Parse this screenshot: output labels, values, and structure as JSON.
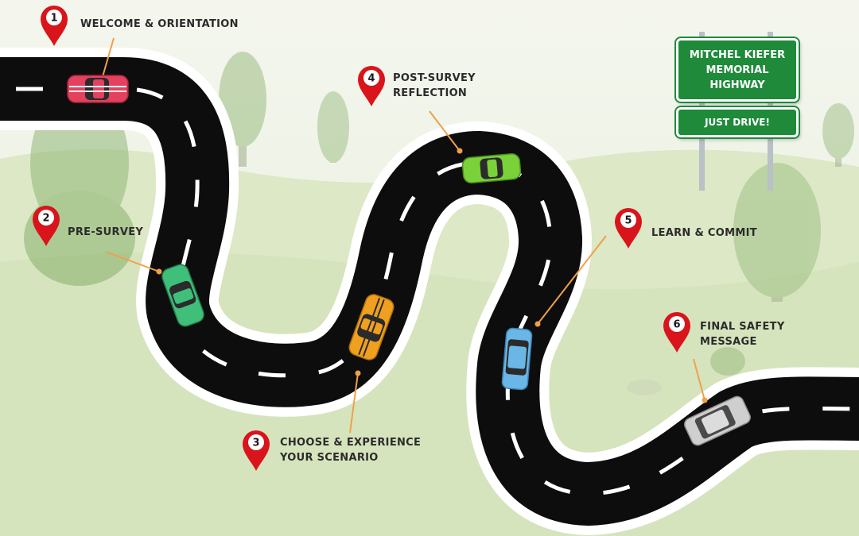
{
  "sign": {
    "line1": "MITCHEL KIEFER",
    "line2": "MEMORIAL",
    "line3": "HIGHWAY",
    "subtitle": "JUST DRIVE!"
  },
  "steps": [
    {
      "number": "1",
      "label": "WELCOME & ORIENTATION"
    },
    {
      "number": "2",
      "label": "PRE-SURVEY"
    },
    {
      "number": "3",
      "label": "CHOOSE & EXPERIENCE\nYOUR SCENARIO"
    },
    {
      "number": "4",
      "label": "POST-SURVEY\nREFLECTION"
    },
    {
      "number": "5",
      "label": "LEARN & COMMIT"
    },
    {
      "number": "6",
      "label": "FINAL SAFETY\nMESSAGE"
    }
  ],
  "colors": {
    "road": "#0d0d0d",
    "road_edge": "#ffffff",
    "pin": "#d9141b",
    "leader": "#f0a04a",
    "sign_green": "#1e8a3a",
    "grass": "#dde9c9",
    "sky": "#f2f5ec"
  },
  "cars": [
    {
      "name": "pink-car",
      "color": "#e3415e"
    },
    {
      "name": "teal-car",
      "color": "#3fbf7a"
    },
    {
      "name": "orange-car",
      "color": "#f0a020"
    },
    {
      "name": "lime-car",
      "color": "#7ad13a"
    },
    {
      "name": "blue-car",
      "color": "#6ab6e6"
    },
    {
      "name": "silver-car",
      "color": "#cfcfcf"
    }
  ]
}
